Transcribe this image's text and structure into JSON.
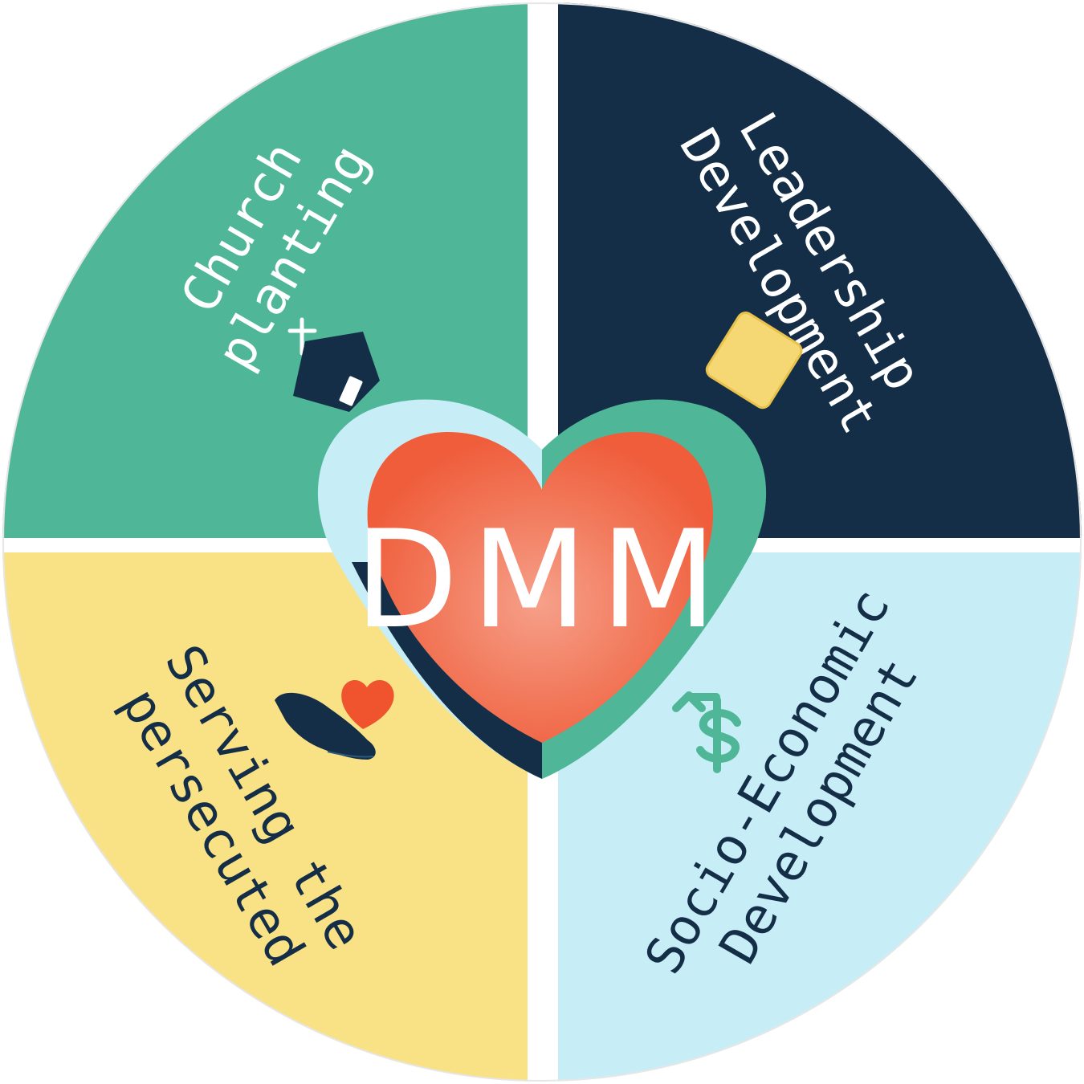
{
  "center": {
    "label": "DMM"
  },
  "quadrants": [
    {
      "id": "church-planting",
      "lines": [
        "Church",
        "planting"
      ],
      "icon": "house-with-cross-icon"
    },
    {
      "id": "leadership-development",
      "lines": [
        "Leadership",
        "Development"
      ],
      "icon": "book-icon"
    },
    {
      "id": "serving-the-persecuted",
      "lines": [
        "Serving the",
        "persecuted"
      ],
      "icon": "hand-holding-heart-icon"
    },
    {
      "id": "socio-economic-development",
      "lines": [
        "Socio-Economic",
        "Development"
      ],
      "icon": "dollar-arrow-icon"
    }
  ],
  "colors": {
    "teal": "#4fb797",
    "navy": "#142e47",
    "yellow": "#f9e185",
    "light_blue": "#c7eef7",
    "coral": "#f0603c",
    "white": "#ffffff"
  }
}
